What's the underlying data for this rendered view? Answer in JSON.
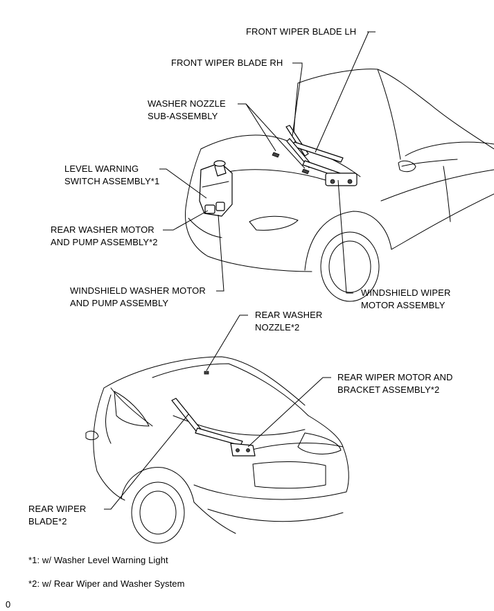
{
  "labels": {
    "front_wiper_blade_lh": [
      "FRONT WIPER BLADE LH"
    ],
    "front_wiper_blade_rh": [
      "FRONT WIPER BLADE RH"
    ],
    "washer_nozzle": [
      "WASHER NOZZLE",
      "SUB-ASSEMBLY"
    ],
    "level_warning_switch": [
      "LEVEL WARNING",
      "SWITCH ASSEMBLY*1"
    ],
    "rear_washer_motor_pump": [
      "REAR WASHER MOTOR",
      "AND PUMP ASSEMBLY*2"
    ],
    "windshield_washer_motor_pump": [
      "WINDSHIELD WASHER MOTOR",
      "AND PUMP ASSEMBLY"
    ],
    "windshield_wiper_motor": [
      "WINDSHIELD WIPER",
      "MOTOR ASSEMBLY"
    ],
    "rear_washer_nozzle": [
      "REAR WASHER",
      "NOZZLE*2"
    ],
    "rear_wiper_motor_bracket": [
      "REAR WIPER MOTOR AND",
      "BRACKET ASSEMBLY*2"
    ],
    "rear_wiper_blade": [
      "REAR WIPER",
      "BLADE*2"
    ]
  },
  "notes": {
    "note1": "*1: w/ Washer Level Warning Light",
    "note2": "*2: w/ Rear Wiper and Washer System",
    "page_marker": "0"
  }
}
